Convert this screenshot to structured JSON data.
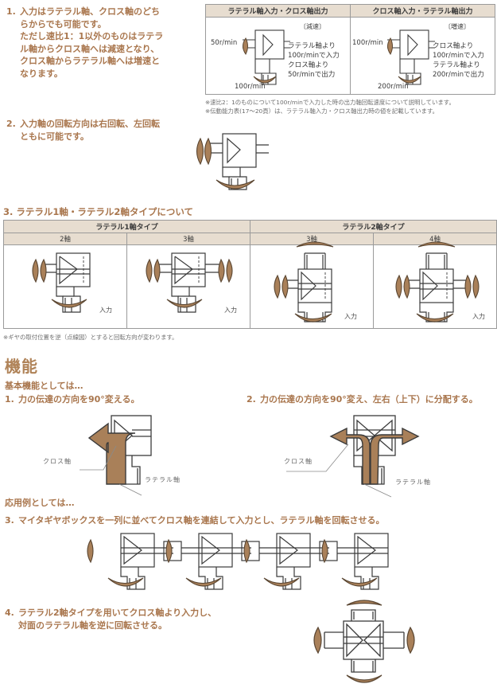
{
  "items": {
    "item1": {
      "number": "1.",
      "lines": [
        "入力はラテラル軸、クロス軸のどち",
        "らからでも可能です。",
        "ただし速比1：1以外のものはラテラ",
        "ル軸からクロス軸へは減速となり、",
        "クロス軸からラテラル軸へは増速と",
        "なります。"
      ]
    },
    "item2": {
      "number": "2.",
      "lines": [
        "入力軸の回転方向は右回転、左回転",
        "ともに可能です。"
      ]
    },
    "item3_title": "3. ラテラル1軸・ラテラル2軸タイプについて",
    "item3_note": "※ギヤの取付位置を逆（点線図）とすると回転方向が変わります。"
  },
  "speed_table": {
    "headers": [
      "ラテラル軸入力・クロス軸出力",
      "クロス軸入力・ラテラル軸出力"
    ],
    "left": {
      "bracket": "〔減速〕",
      "input_speed": "50r/min",
      "output_speed": "100r/min",
      "desc": [
        "ラテラル軸より",
        "100r/minで入力",
        "クロス軸より",
        "50r/minで出力"
      ]
    },
    "right": {
      "bracket": "〔増速〕",
      "input_speed": "100r/min",
      "output_speed": "200r/min",
      "desc": [
        "クロス軸より",
        "100r/minで入力",
        "ラテラル軸より",
        "200r/minで出力"
      ]
    },
    "footnotes": [
      "※速比2：1のものについて100r/minで入力した時の出力軸回転速度について説明しています。",
      "※伝動能力表(17〜20頁）は、ラテラル軸入力・クロス軸出力時の値を記載しています。"
    ]
  },
  "type_table": {
    "group_headers": [
      "ラテラル1軸タイプ",
      "ラテラル2軸タイプ"
    ],
    "sub_headers": [
      "2軸",
      "3軸",
      "3軸",
      "4軸"
    ],
    "input_label": "入力"
  },
  "features": {
    "heading": "機能",
    "basic_lead": "基本機能としては…",
    "basic": [
      {
        "number": "1.",
        "text": "力の伝達の方向を90°変える。"
      },
      {
        "number": "2.",
        "text": "力の伝達の方向を90°変え、左右（上下）に分配する。"
      }
    ],
    "labels": {
      "cross": "クロス軸",
      "lateral": "ラテラル軸"
    },
    "applied_lead": "応用例としては…",
    "applied": [
      {
        "number": "3.",
        "lines": [
          "マイタギヤボックスを一列に並べてクロス軸を連結して入力とし、ラテラル軸を回転させる。"
        ]
      },
      {
        "number": "4.",
        "lines": [
          "ラテラル2軸タイプを用いてクロス軸より入力し、",
          "対面のラテラル軸を逆に回転させる。"
        ]
      }
    ]
  },
  "colors": {
    "accent": "#a9764d",
    "heading": "#b08358",
    "table_header_bg": "#e7ddd0",
    "arrow_fill": "#a98059",
    "arrow_stroke": "#5a4632",
    "body_line": "#3b3b3b"
  }
}
